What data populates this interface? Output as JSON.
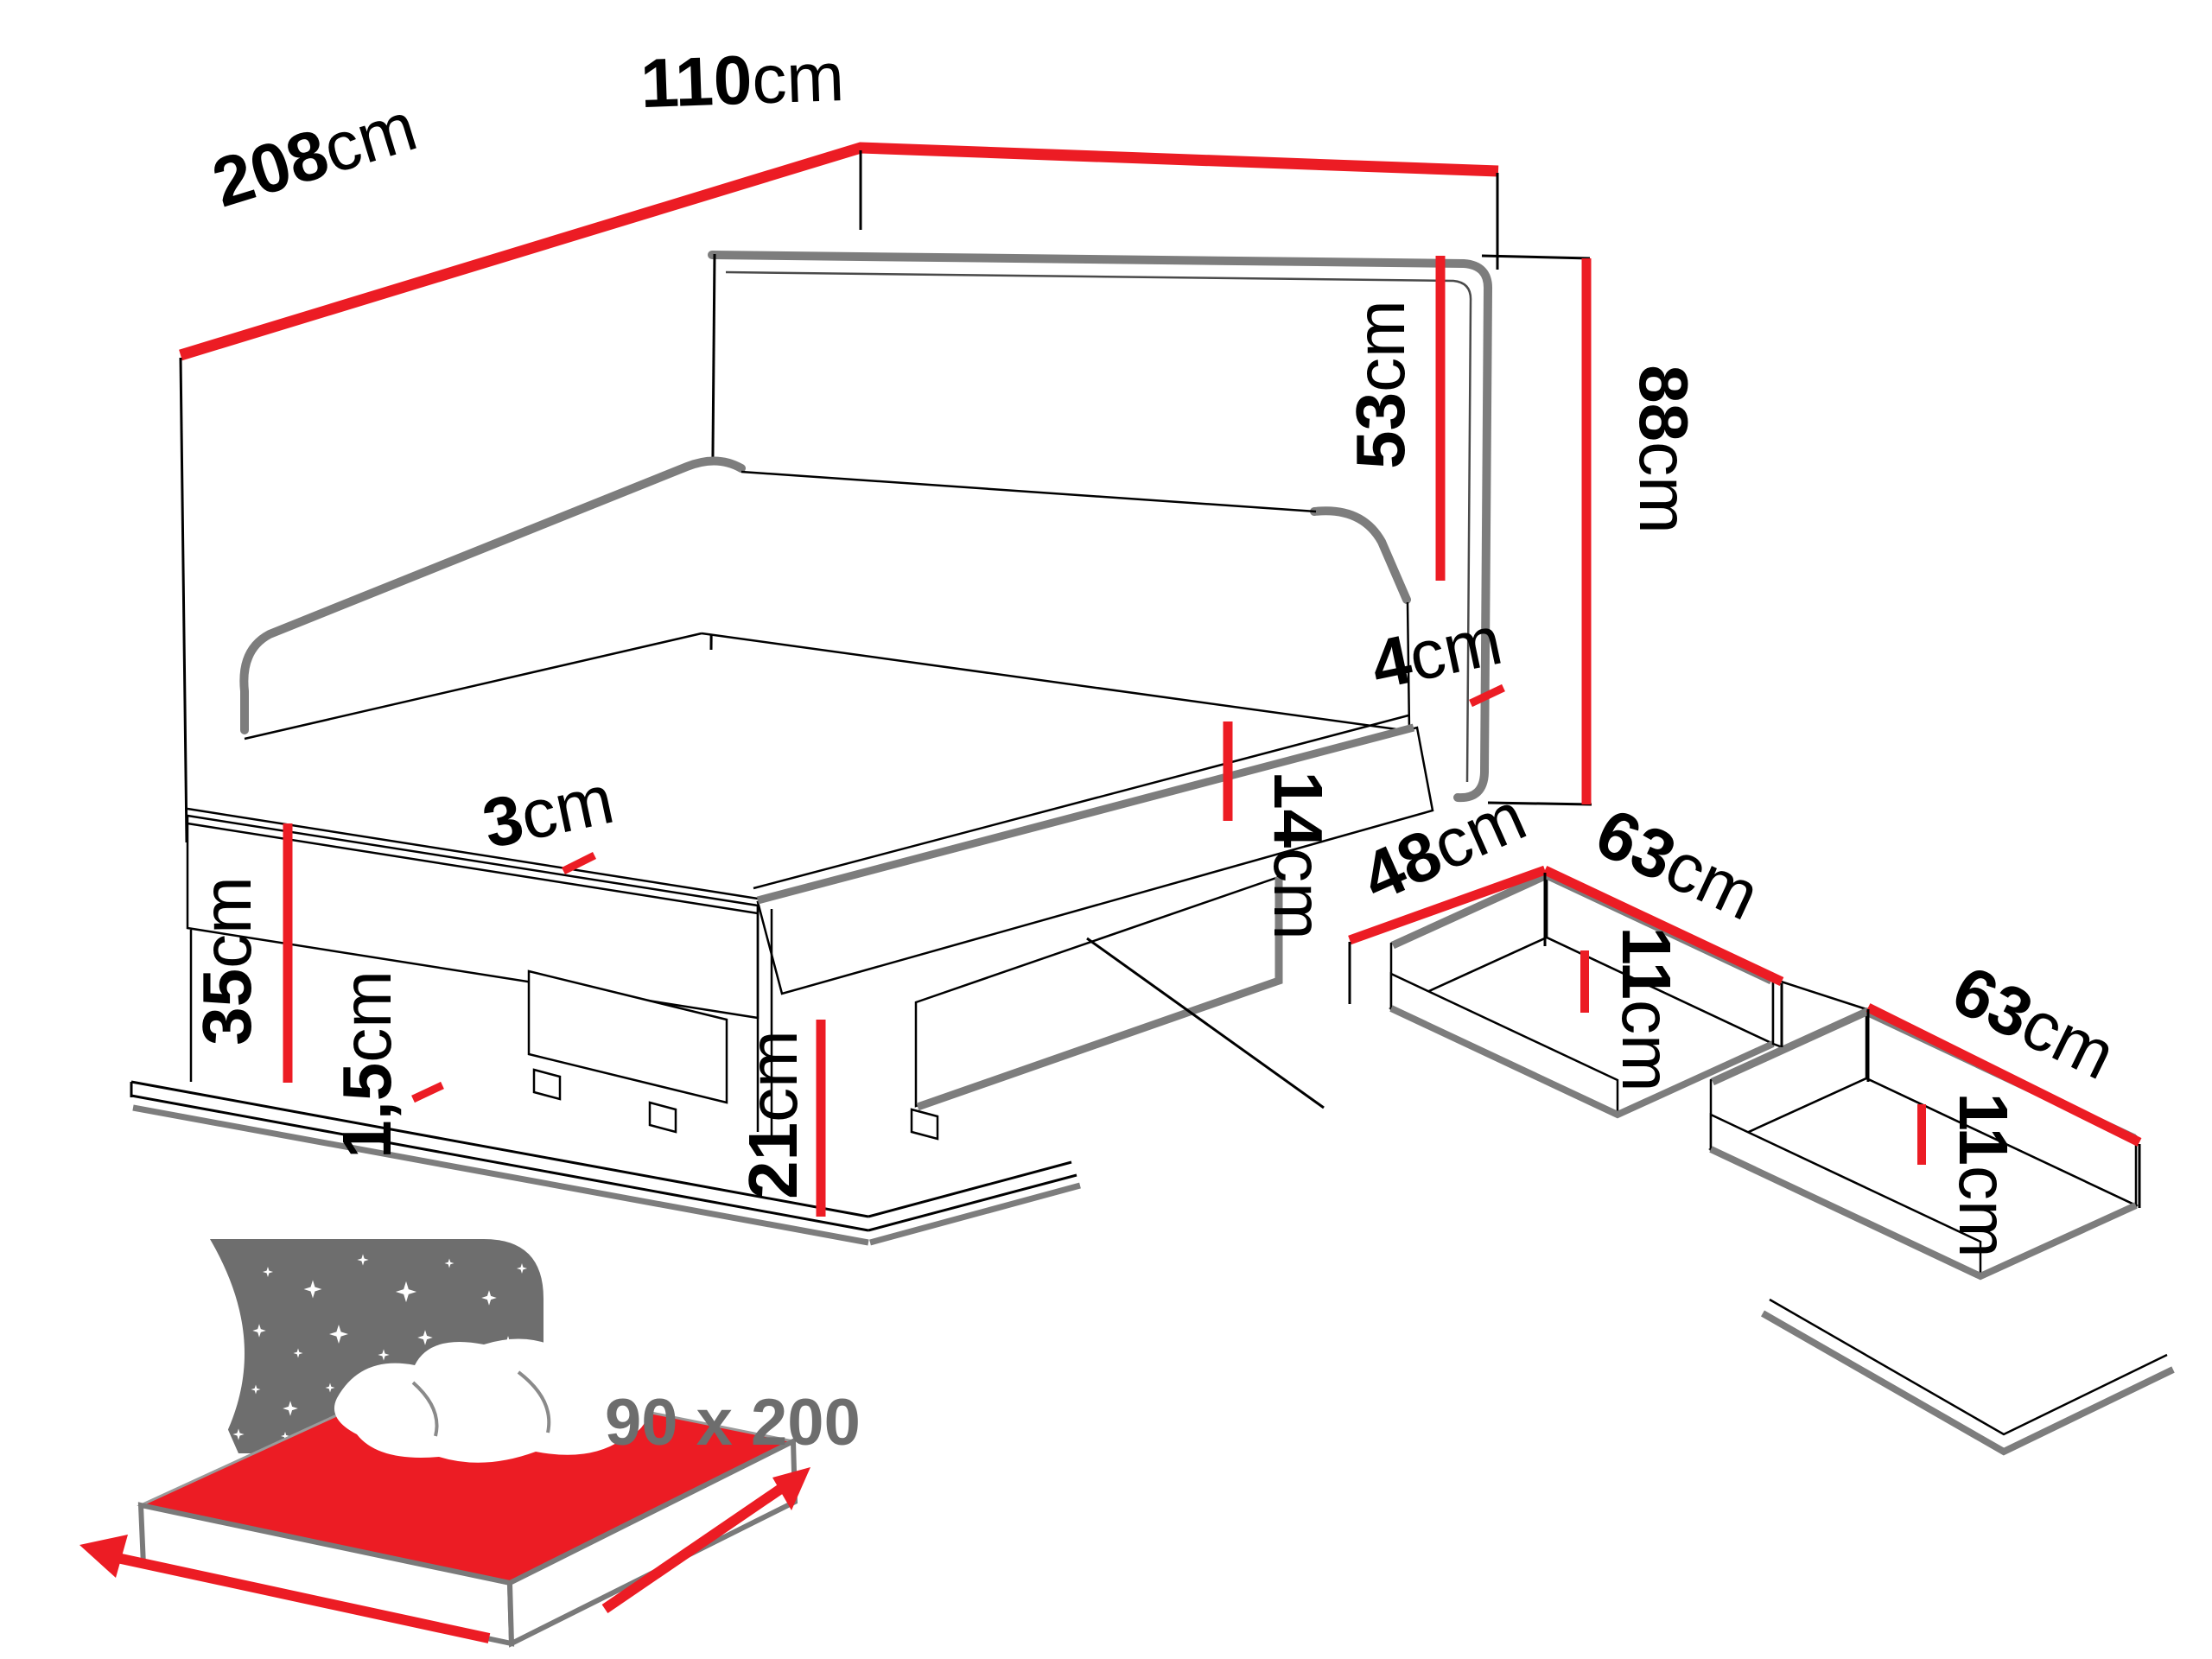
{
  "colors": {
    "dimension_red": "#ec1c24",
    "outline_gray": "#7d7d7d",
    "thin_black": "#000000",
    "icon_gray": "#6e6e6e",
    "size_text_gray": "#6d6d6d"
  },
  "labels": {
    "wall_length": {
      "value": "208",
      "unit": "cm"
    },
    "wall_width": {
      "value": "110",
      "unit": "cm"
    },
    "headboard_height": {
      "value": "53",
      "unit": "cm"
    },
    "total_height": {
      "value": "88",
      "unit": "cm"
    },
    "headboard_below_gap": {
      "value": "4",
      "unit": "cm"
    },
    "side_rail_height": {
      "value": "14",
      "unit": "cm"
    },
    "mattress_lip": {
      "value": "3",
      "unit": "cm"
    },
    "underbed_clearance": {
      "value": "35",
      "unit": "cm"
    },
    "floor_gap": {
      "value": "1,5",
      "unit": "cm"
    },
    "drawer_front_height": {
      "value": "21",
      "unit": "cm"
    },
    "drawer_width": {
      "value": "48",
      "unit": "cm"
    },
    "drawer_length_a": {
      "value": "63",
      "unit": "cm"
    },
    "drawer_depth_a": {
      "value": "11",
      "unit": "cm"
    },
    "drawer_length_b": {
      "value": "63",
      "unit": "cm"
    },
    "drawer_depth_b": {
      "value": "11",
      "unit": "cm"
    },
    "mattress_size": "90 x 200"
  }
}
